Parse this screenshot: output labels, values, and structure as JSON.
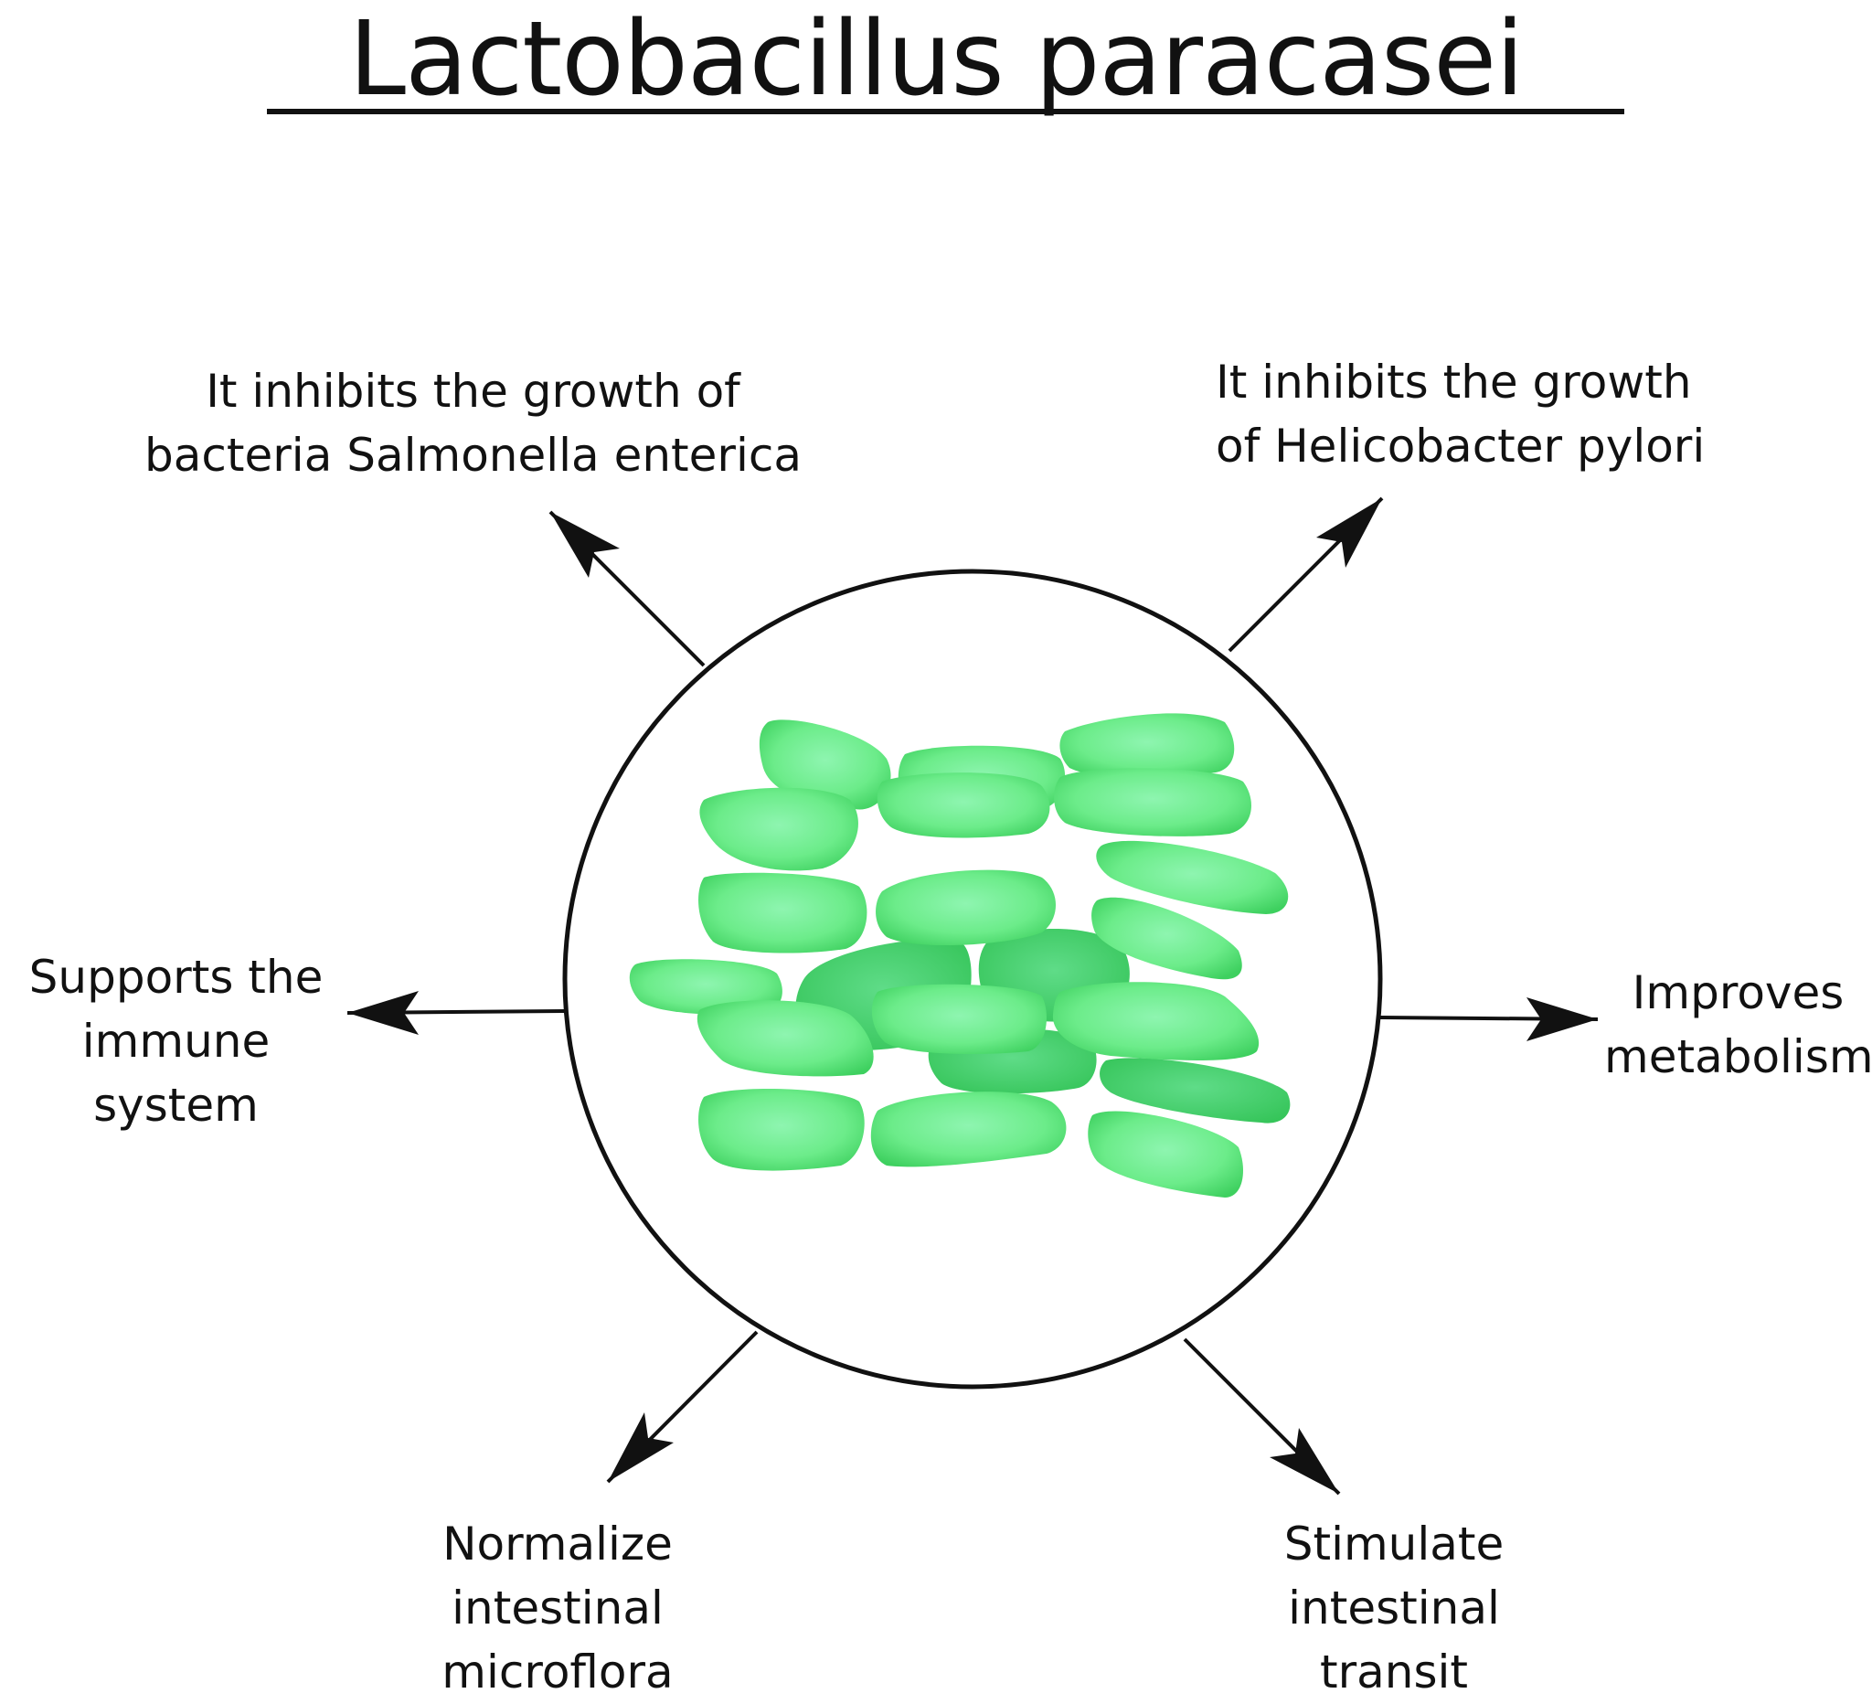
{
  "title": "Lactobacillus paracasei",
  "effects": {
    "salmonella": "It inhibits the growth of\nbacteria Salmonella enterica",
    "helicobacter": "It inhibits the growth\nof Helicobacter pylori",
    "immune": "Supports the\nimmune system",
    "metabolism": "Improves\nmetabolism",
    "microflora": "Normalize\nintestinal\nmicroflora",
    "transit": "Stimulate\nintestinal\ntransit"
  },
  "colors": {
    "bacteria_light": "#8ef5b0",
    "bacteria_mid": "#62e880",
    "bacteria_dark": "#3ed05f",
    "bacteria_back": "#49d877",
    "outline": "#111111"
  }
}
